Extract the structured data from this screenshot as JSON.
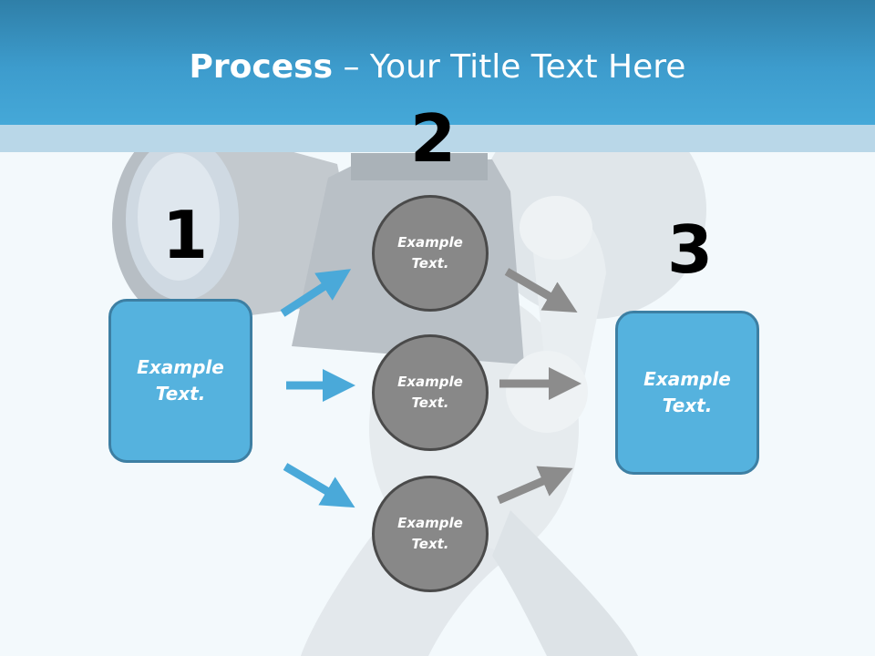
{
  "title": {
    "bold": "Process",
    "rest": " – Your Title Text Here"
  },
  "steps": {
    "one": {
      "number": "1",
      "box_text": "Example Text."
    },
    "two": {
      "number": "2",
      "circles": [
        {
          "text": "Example Text."
        },
        {
          "text": "Example Text."
        },
        {
          "text": "Example Text."
        }
      ]
    },
    "three": {
      "number": "3",
      "box_text": "Example Text."
    }
  },
  "colors": {
    "header": "#3d9ccd",
    "box_fill": "#55b2de",
    "box_border": "#3d7fa3",
    "circle_fill": "#888888",
    "blue_arrow": "#4aa9d9",
    "grey_arrow": "#8c8c8c"
  }
}
